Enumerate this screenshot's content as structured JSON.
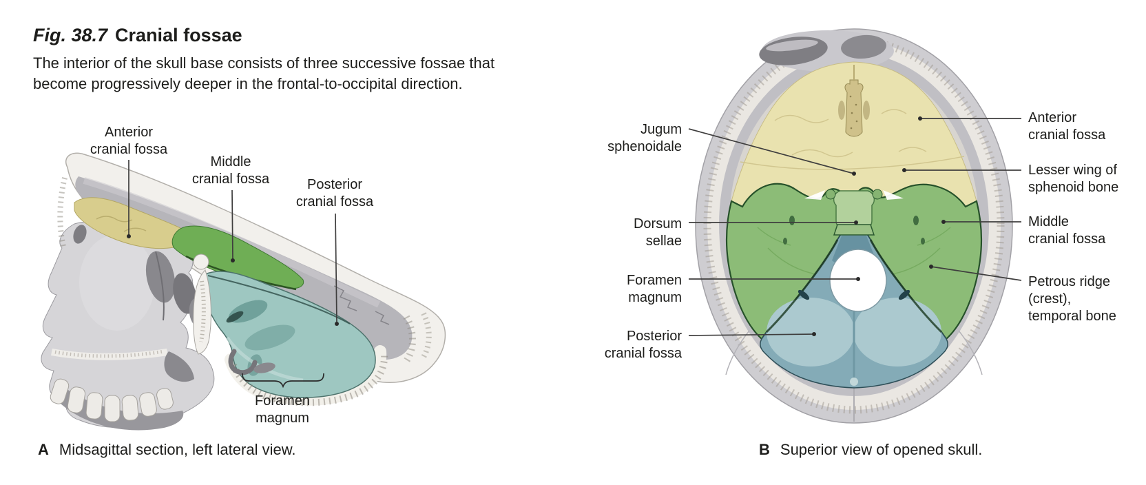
{
  "header": {
    "figure_label": "Fig. 38.7",
    "figure_title": "Cranial fossae",
    "description_line1": "The interior of the skull base consists of three successive fossae that",
    "description_line2": "become progressively deeper in the frontal-to-occipital direction."
  },
  "colors": {
    "anterior_fossa_yellow": "#e9e2af",
    "middle_fossa_green": "#8cbc77",
    "posterior_fossa_blue": "#9ec7c1",
    "bone_white": "#f2f0ec",
    "skull_gray": "#b6b5ba",
    "leader_line": "#3f3e3e",
    "text": "#1d1d1b"
  },
  "figure_a": {
    "caption_letter": "A",
    "caption_text": "Midsagittal section, left lateral view.",
    "labels": [
      {
        "id": "anterior-cranial-fossa",
        "lines": [
          "Anterior",
          "cranial fossa"
        ]
      },
      {
        "id": "middle-cranial-fossa",
        "lines": [
          "Middle",
          "cranial fossa"
        ]
      },
      {
        "id": "posterior-cranial-fossa",
        "lines": [
          "Posterior",
          "cranial fossa"
        ]
      },
      {
        "id": "foramen-magnum",
        "lines": [
          "Foramen",
          "magnum"
        ]
      }
    ]
  },
  "figure_b": {
    "caption_letter": "B",
    "caption_text": "Superior view of opened skull.",
    "labels_left": [
      {
        "id": "jugum-sphenoidale",
        "lines": [
          "Jugum",
          "sphenoidale"
        ]
      },
      {
        "id": "dorsum-sellae",
        "lines": [
          "Dorsum",
          "sellae"
        ]
      },
      {
        "id": "foramen-magnum-b",
        "lines": [
          "Foramen",
          "magnum"
        ]
      },
      {
        "id": "posterior-cranial-fossa-b",
        "lines": [
          "Posterior",
          "cranial fossa"
        ]
      }
    ],
    "labels_right": [
      {
        "id": "anterior-cranial-fossa-b",
        "lines": [
          "Anterior",
          "cranial fossa"
        ]
      },
      {
        "id": "lesser-wing-of-sphenoid",
        "lines": [
          "Lesser wing of",
          "sphenoid bone"
        ]
      },
      {
        "id": "middle-cranial-fossa-b",
        "lines": [
          "Middle",
          "cranial fossa"
        ]
      },
      {
        "id": "petrous-ridge",
        "lines": [
          "Petrous ridge",
          "(crest),",
          "temporal bone"
        ]
      }
    ]
  }
}
